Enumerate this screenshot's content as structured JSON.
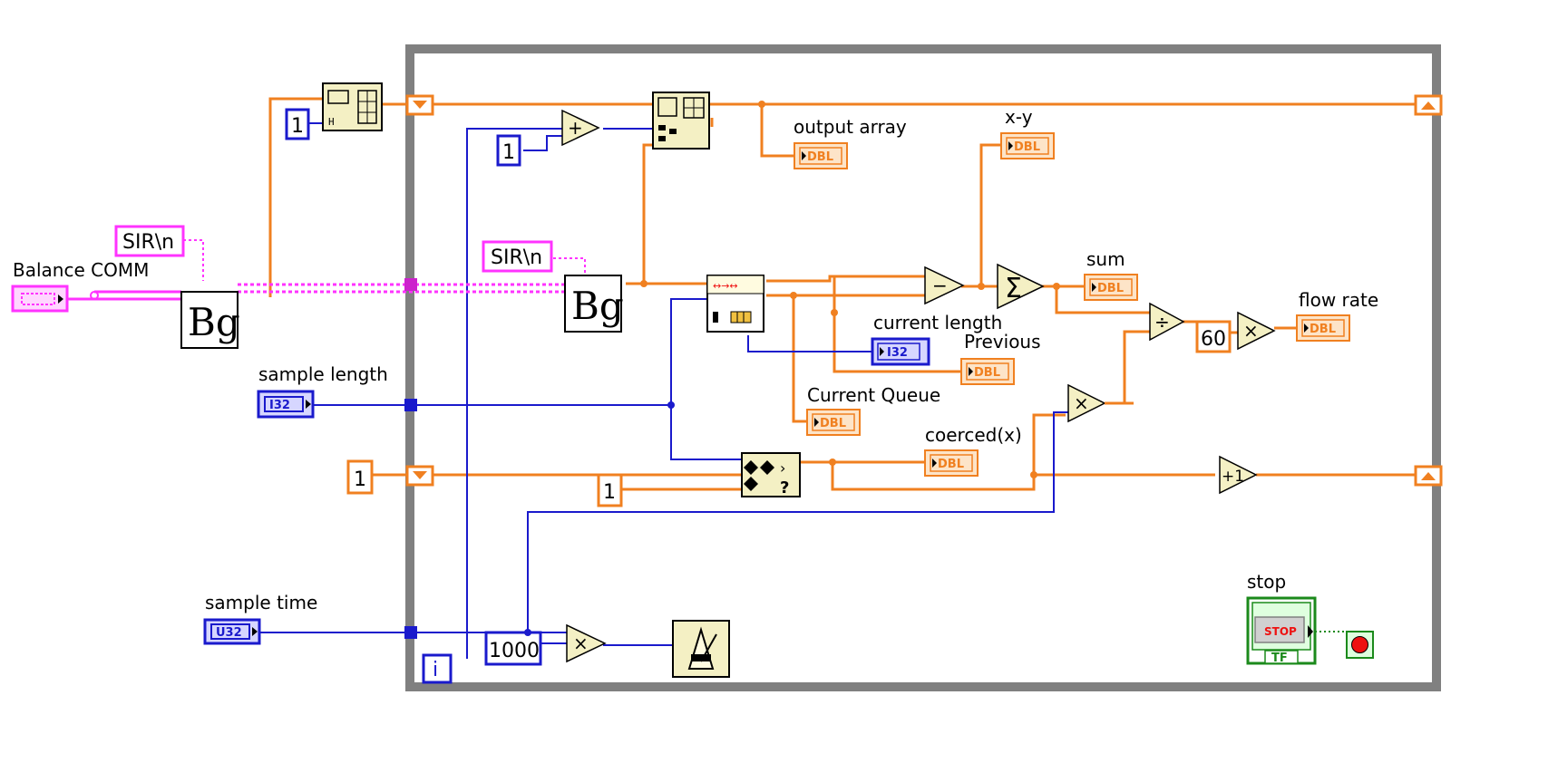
{
  "labels": {
    "balance_comm": "Balance COMM",
    "sample_length": "sample length",
    "sample_time": "sample time",
    "output_array": "output array",
    "x_minus_y": "x-y",
    "sum": "sum",
    "flow_rate": "flow rate",
    "current_length": "current length",
    "previous": "Previous",
    "current_queue": "Current Queue",
    "coerced_x": "coerced(x)",
    "stop": "stop"
  },
  "constants": {
    "init_index": "1",
    "increment": "1",
    "sir_outer": "SIR\\n",
    "sir_inner": "SIR\\n",
    "shift_init": "1",
    "coerce_const": "1",
    "ms_factor": "1000",
    "seconds_per_minute": "60",
    "loop_iteration": "i"
  },
  "terminal_types": {
    "dbl": "DBL",
    "i32": "I32",
    "u32": "U32",
    "tf": "TF",
    "stop_button": "STOP"
  },
  "function_glyphs": {
    "add": "+",
    "subtract": "−",
    "multiply": "×",
    "divide": "÷",
    "sum": "Σ",
    "increment": "+1",
    "coerce": "?"
  },
  "colors": {
    "orange_wire": "#f08020",
    "blue_wire": "#1a1acc",
    "pink_wire": "#ff33ff",
    "loop_border": "#808080",
    "function_fill": "#f4f0c4",
    "stop_green": "#1b8a1b",
    "stop_red": "#ee1111"
  }
}
